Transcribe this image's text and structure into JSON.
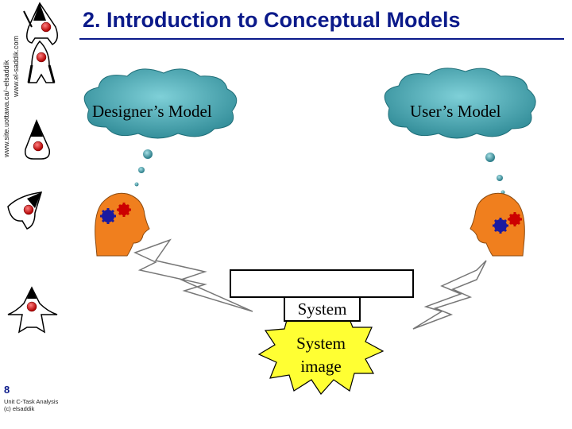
{
  "slide": {
    "title": "2. Introduction to Conceptual Models",
    "side_url_1": "www.site.uottawa.ca/~elsaddik",
    "side_url_2": "www.el-saddik.com",
    "page_number": "8",
    "footer_line_1": "Unit C-Task Analysis",
    "footer_line_2": "(c) elsaddik"
  },
  "diagram": {
    "designer_model": "Designer’s Model",
    "user_model": "User’s Model",
    "system": "System",
    "system_image_line_1": "System",
    "system_image_line_2": "image"
  },
  "colors": {
    "title": "#0b1a8a",
    "cloud": "#3a9aa6",
    "head": "#f07f1e",
    "starburst": "#ffff33",
    "gear_red": "#cc0000",
    "gear_blue": "#1a1aa0"
  },
  "icons": {
    "side_figures": [
      "mascot-icon",
      "mascot-icon",
      "mascot-icon",
      "mascot-icon",
      "mascot-icon"
    ],
    "head": "thinking-head-icon",
    "gears": "gear-icon",
    "lightning": "lightning-bolt-icon",
    "starburst": "explosion-icon"
  }
}
